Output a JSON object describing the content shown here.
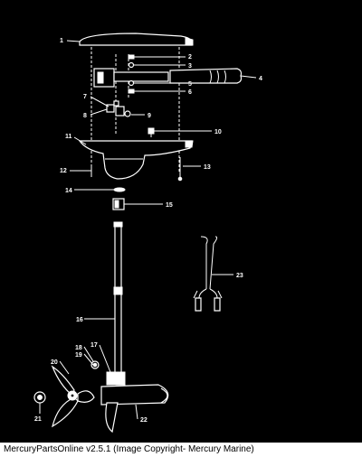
{
  "callouts": [
    "1",
    "2",
    "3",
    "4",
    "5",
    "6",
    "7",
    "8",
    "9",
    "10",
    "11",
    "12",
    "13",
    "14",
    "15",
    "16",
    "17",
    "18",
    "19",
    "20",
    "21",
    "22",
    "23"
  ],
  "caption": "MercuryPartsOnline v2.5.1 (Image Copyright- Mercury Marine)"
}
